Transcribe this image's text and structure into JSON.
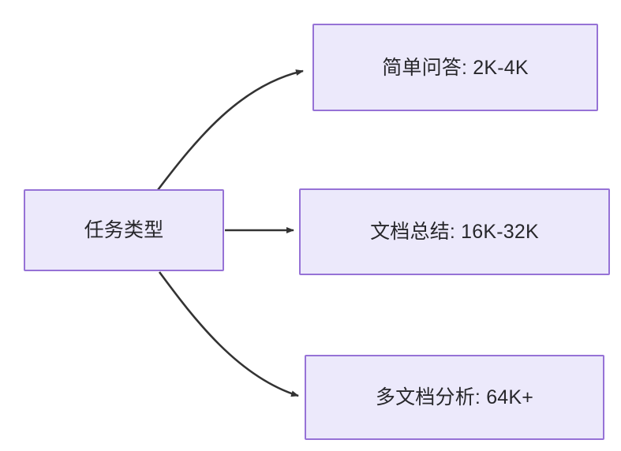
{
  "diagram": {
    "type": "flowchart",
    "direction": "left-to-right",
    "background_color": "#ffffff",
    "node_fill_color": "#ece9fb",
    "node_border_color": "#9672d6",
    "node_text_color": "#27272b",
    "edge_color": "#333333",
    "nodes": [
      {
        "id": "root",
        "label": "任务类型"
      },
      {
        "id": "simple_qa",
        "label": "简单问答: 2K-4K"
      },
      {
        "id": "doc_summary",
        "label": "文档总结: 16K-32K"
      },
      {
        "id": "multi_doc",
        "label": "多文档分析: 64K+"
      }
    ],
    "edges": [
      {
        "from": "root",
        "to": "simple_qa",
        "label": "",
        "style": "curved-arrow"
      },
      {
        "from": "root",
        "to": "doc_summary",
        "label": "",
        "style": "straight-arrow"
      },
      {
        "from": "root",
        "to": "multi_doc",
        "label": "",
        "style": "curved-arrow"
      }
    ]
  }
}
